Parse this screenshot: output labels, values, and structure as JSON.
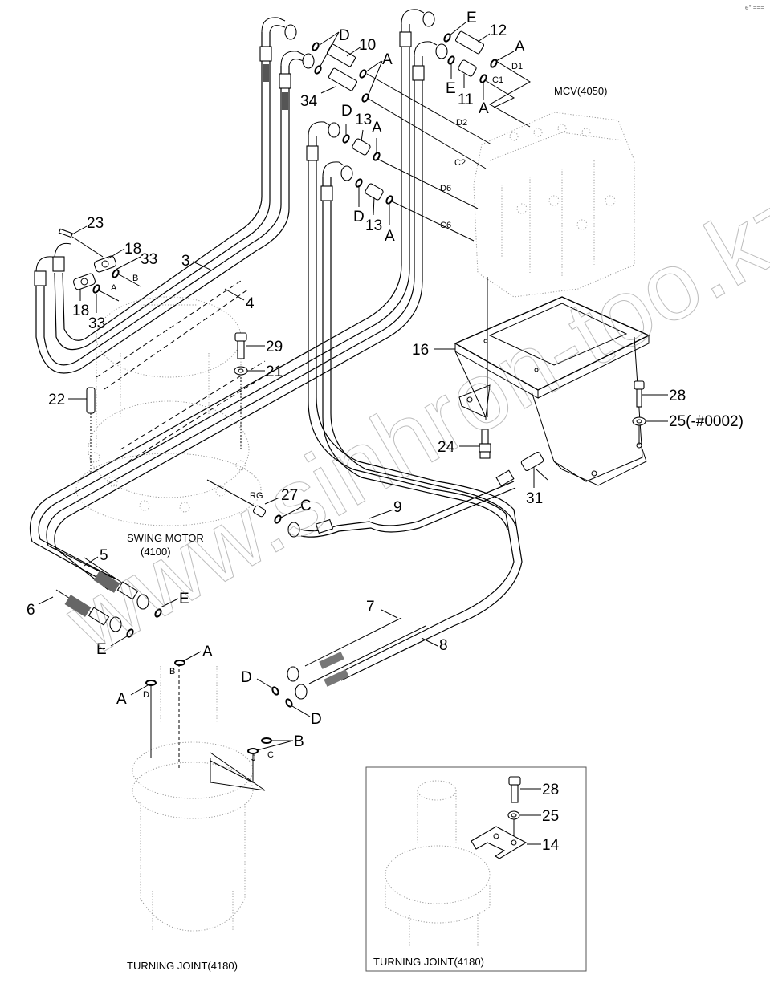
{
  "diagram": {
    "title": "Swing motor / turning joint hydraulic piping",
    "components": {
      "mcv": "MCV(4050)",
      "swing_motor_line1": "SWING MOTOR",
      "swing_motor_line2": "(4100)",
      "turning_joint": "TURNING JOINT(4180)",
      "turning_joint_inset": "TURNING JOINT(4180)"
    },
    "part_numbers": {
      "p3": "3",
      "p4": "4",
      "p5": "5",
      "p6": "6",
      "p7": "7",
      "p8": "8",
      "p9": "9",
      "p10": "10",
      "p11": "11",
      "p12": "12",
      "p13a": "13",
      "p13b": "13",
      "p14": "14",
      "p16": "16",
      "p18a": "18",
      "p18b": "18",
      "p21": "21",
      "p22": "22",
      "p23": "23",
      "p24": "24",
      "p25": "25(-#0002)",
      "p25_inset": "25",
      "p27": "27",
      "p28": "28",
      "p28_inset": "28",
      "p29": "29",
      "p31": "31",
      "p33a": "33",
      "p33b": "33",
      "p34": "34"
    },
    "oring_callouts": {
      "d_top": "D",
      "a_top": "A",
      "e_top": "E",
      "a_top2": "A",
      "e_mid": "E",
      "a_mid": "A",
      "d_13a": "D",
      "a_13a": "A",
      "d_13b": "D",
      "a_13b": "A",
      "c_9": "C",
      "e_5": "E",
      "e_6": "E",
      "a_tj1": "A",
      "a_tj2": "A",
      "d_tj1": "D",
      "d_tj2": "D",
      "b_tj": "B"
    },
    "port_labels": {
      "d1": "D1",
      "c1": "C1",
      "d2": "D2",
      "c2": "C2",
      "d6": "D6",
      "c6": "C6",
      "a_motor": "A",
      "b_motor": "B",
      "rg": "RG",
      "tj_b": "B",
      "tj_d": "D",
      "tj_j": "J",
      "tj_c": "C"
    },
    "watermark": "www.sinhron-too.kz",
    "corner_mark": "e° ==="
  }
}
